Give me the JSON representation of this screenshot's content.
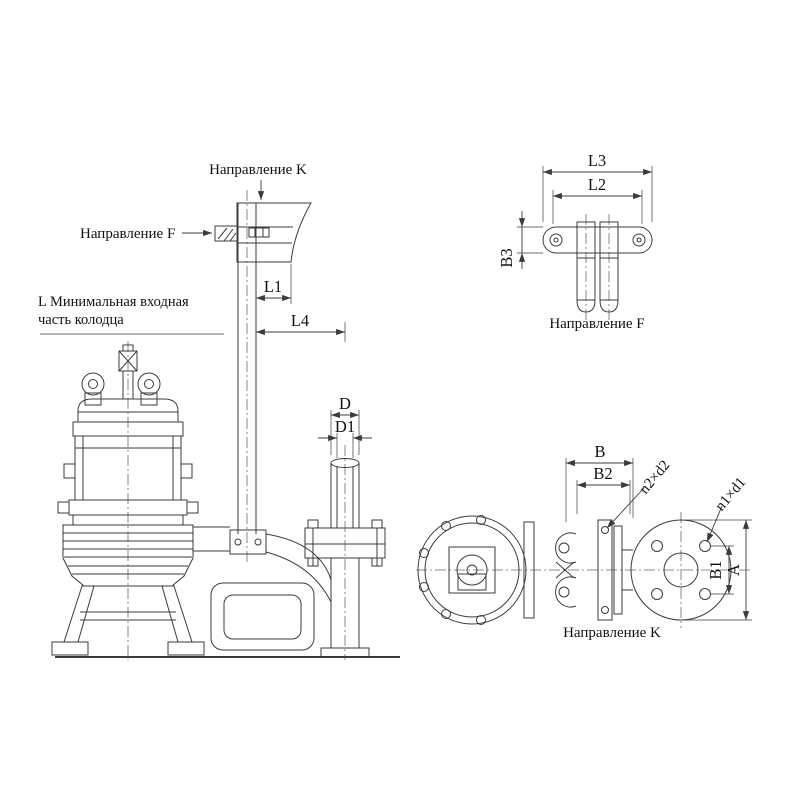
{
  "colors": {
    "line": "#3b3b3b",
    "text": "#111111",
    "fill_light": "#f4f4f4",
    "background": "#ffffff"
  },
  "main_view": {
    "direction_k_label": "Направление K",
    "direction_f_label": "Направление F",
    "min_inlet_line1": "L Минимальная входная",
    "min_inlet_line2": "часть колодца",
    "dim_l1": "L1",
    "dim_l4": "L4",
    "dim_d": "D",
    "dim_d1": "D1"
  },
  "view_f": {
    "dim_l3": "L3",
    "dim_l2": "L2",
    "dim_b3": "B3",
    "caption": "Направление F"
  },
  "view_k": {
    "dim_b": "B",
    "dim_b2": "B2",
    "dim_n2d2": "n2×d2",
    "dim_n1d1": "n1×d1",
    "dim_b1": "B1",
    "dim_a": "A",
    "caption": "Направление K"
  }
}
